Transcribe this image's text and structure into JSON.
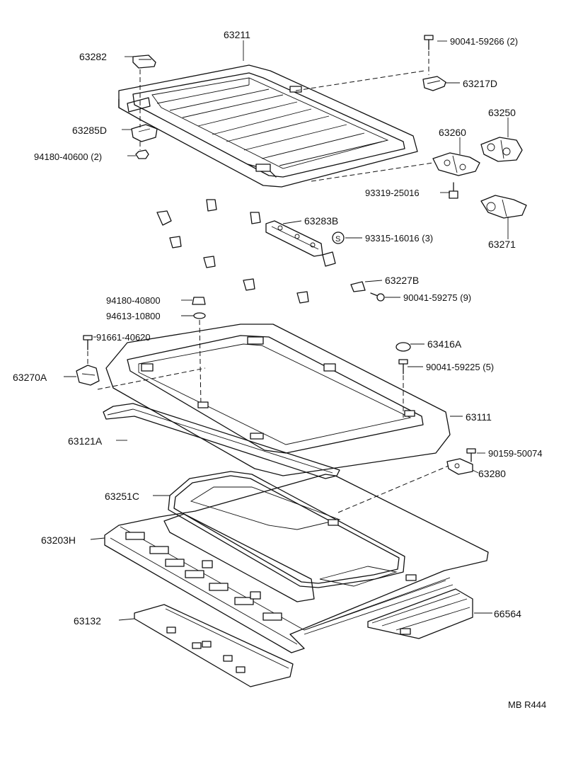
{
  "labels": {
    "p63211": "63211",
    "p63282": "63282",
    "p90041_59266": "90041-59266 (2)",
    "p63217D": "63217D",
    "p63250": "63250",
    "p63260": "63260",
    "p63285D": "63285D",
    "p94180_40600": "94180-40600 (2)",
    "p93319_25016": "93319-25016",
    "p63271": "63271",
    "p63283B": "63283B",
    "p93315_16016": "93315-16016 (3)",
    "p63227B": "63227B",
    "p94180_40800": "94180-40800",
    "p90041_59275": "90041-59275 (9)",
    "p94613_10800": "94613-10800",
    "p91661_40620": "91661-40620",
    "p63416A": "63416A",
    "p63270A": "63270A",
    "p90041_59225": "90041-59225 (5)",
    "p63111": "63111",
    "p63121A": "63121A",
    "p90159_50074": "90159-50074",
    "p63280": "63280",
    "p63251C": "63251C",
    "p63203H": "63203H",
    "p66564": "66564",
    "p63132": "63132",
    "drawing_code": "MB R444",
    "washer_symbol": "S"
  }
}
